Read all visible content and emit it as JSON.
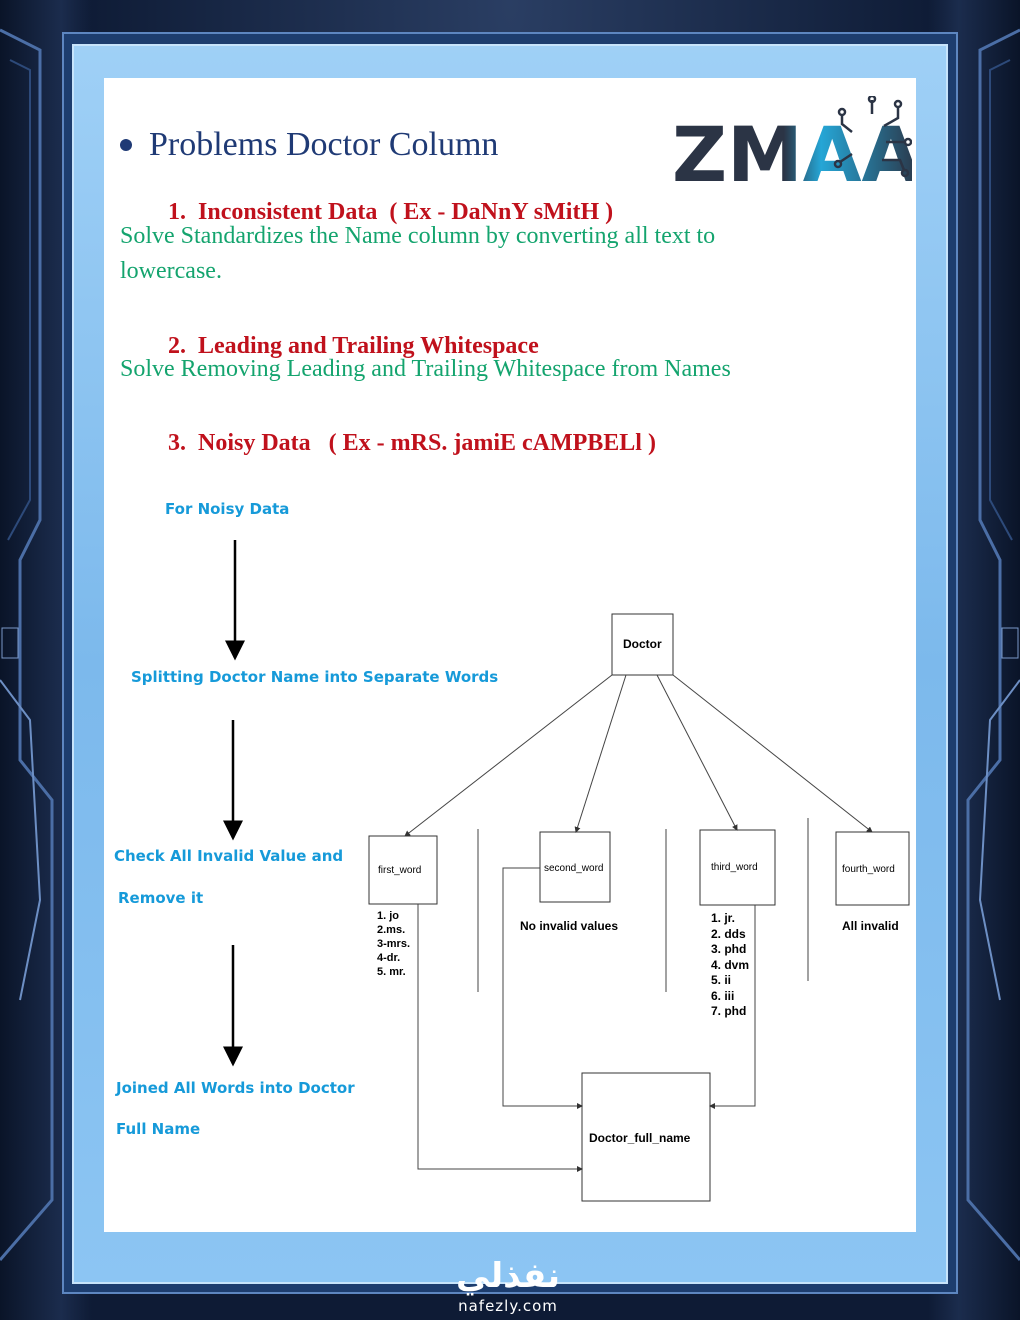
{
  "logo": {
    "text": "ZMAA"
  },
  "title": "Problems Doctor Column",
  "problems": [
    {
      "num": "1.",
      "text": "Inconsistent Data  ( Ex - DaNnY sMitH )"
    },
    {
      "num": "2.",
      "text": "Leading and Trailing Whitespace"
    },
    {
      "num": "3.",
      "text": "Noisy Data   ( Ex - mRS. jamiE cAMPBELl )"
    }
  ],
  "solutions": [
    "Solve Standardizes the Name column by converting all text to lowercase.",
    "Solve Removing Leading and Trailing Whitespace from Names"
  ],
  "flow_steps": [
    "For Noisy Data",
    "Splitting Doctor Name into Separate Words",
    "Check All Invalid Value and",
    "Remove it",
    "Joined All Words into Doctor",
    "Full Name"
  ],
  "diagram": {
    "root": "Doctor",
    "nodes": [
      "first_word",
      "second_word",
      "third_word",
      "fourth_word"
    ],
    "first_word_invalid": [
      "1. jo",
      "2.ms.",
      "3-mrs.",
      "4-dr.",
      "5. mr."
    ],
    "second_word_note": "No invalid values",
    "third_word_invalid": [
      "1. jr.",
      "2. dds",
      "3. phd",
      "4. dvm",
      "5. ii",
      "6. iii",
      "7. phd"
    ],
    "fourth_word_note": "All invalid",
    "result": "Doctor_full_name"
  },
  "watermark": {
    "arabic": "نفذلي",
    "latin": "nafezly.com"
  },
  "colors": {
    "title": "#1f3a75",
    "problem": "#c0111c",
    "solution": "#14a46e",
    "flow": "#169ad9"
  }
}
